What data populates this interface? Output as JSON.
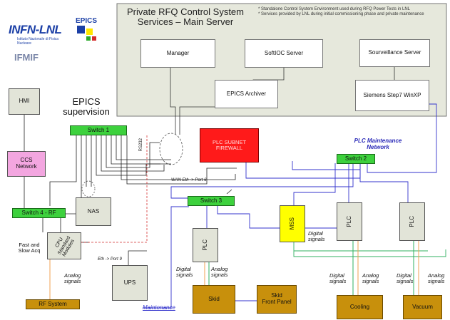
{
  "logos": {
    "infn": "INFN-LNL",
    "infn_sub": "Istituto Nazionale di Fisica Nucleare",
    "epics": "EPICS",
    "ifmif": "IFMIF"
  },
  "server_panel": {
    "title": "Private RFQ Control System Services – Main Server",
    "note": "* Standalone Control System Environment used during RFQ Power Tests in LNL\n* Services provided by LNL during initial commissioning phase and private maintenance",
    "manager": "Manager",
    "softioc": "SoftIOC Server",
    "sourveillance": "Sourveillance Server",
    "archiver": "EPICS Archiver",
    "siemens": "Siemens Step7 WinXP"
  },
  "left": {
    "hmi": "HMI",
    "epics_supervision": "EPICS\nsupervision",
    "ccs": "CCS\nNetwork",
    "switch4": "Switch 4 - RF",
    "nas": "NAS",
    "fast_slow": "Fast and\nSlow Acq",
    "cpu_modules": "CPU\nStandard\nModules",
    "analog": "Analog\nsignals",
    "rf_system": "RF System",
    "eth_port9": "Eth -> Port 9",
    "ups": "UPS",
    "rs232": "RS232"
  },
  "center": {
    "switch1": "Switch 1",
    "firewall": "PLC SUBNET\nFIREWALL",
    "wan": "WAN Eth -> Port 6",
    "switch3": "Switch 3",
    "plc": "PLC",
    "digital": "Digital\nsignals",
    "analog": "Analog\nsignals",
    "skid": "Skid",
    "skid_front": "Skid\nFront Panel",
    "maintenance": "Maintenance"
  },
  "right": {
    "plc_maint": "PLC Maintenance\nNetwork",
    "switch2": "Switch 2",
    "mss": "MSS",
    "plc": "PLC",
    "digital": "Digital\nsignals",
    "analog": "Analog\nsignals",
    "cooling": "Cooling",
    "vacuum": "Vacuum"
  },
  "colors": {
    "switch_green": "#3dd13d",
    "device_gold": "#c8900c",
    "firewall_red": "#ff1a1a",
    "ccs_pink": "#f3a6e0",
    "mss_yellow": "#ffff00",
    "maint_blue": "#3333cc",
    "signal_orange": "#f0a050"
  }
}
